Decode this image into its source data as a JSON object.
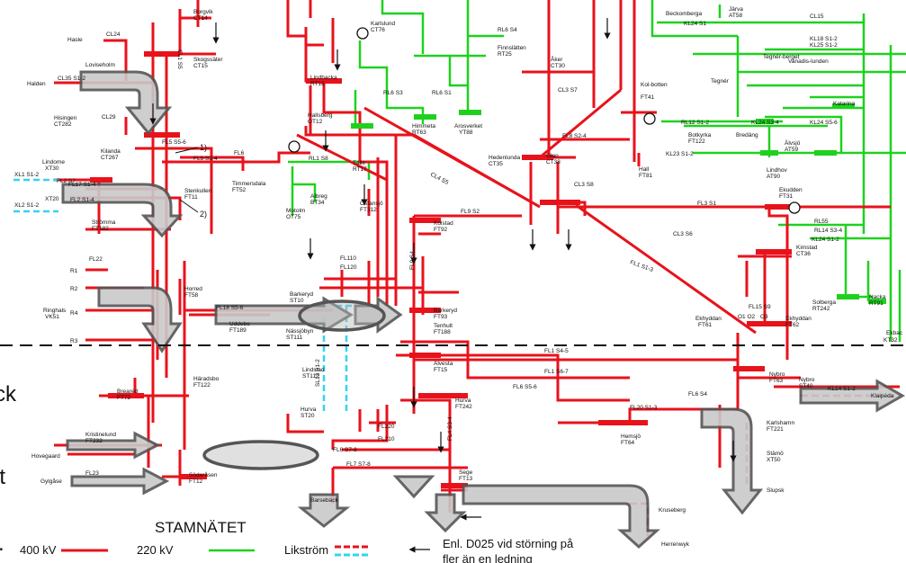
{
  "legend": {
    "title": "STAMNÄTET",
    "kv400_prefix": "400 kV",
    "kv220": "220 kV",
    "dc": "Likström",
    "note": "Enl. D025 vid störning på",
    "note_cont": "fler än en ledning",
    "colors": {
      "kv400": "#e8121b",
      "kv220": "#1fd11f",
      "dc_red": "#e8121b",
      "dc_cyan": "#32d4f0",
      "arrow": "#555555",
      "dashed_line": "#111111"
    }
  },
  "left_edge_fragments": [
    "ck",
    "lt",
    "."
  ],
  "callouts": [
    "1)",
    "2)"
  ],
  "stations": {
    "hasle": "Hasle",
    "halden": "Halden",
    "loviseholm": "Loviseholm",
    "borgvik": "Borgvik",
    "borgvik_code": "CT14",
    "skogssater": "Skogssäter",
    "skogssater_code": "CT15",
    "hisingen": "Hisingen",
    "hisingen_code": "CT282",
    "kilanda": "Kilanda",
    "kilanda_code": "CT267",
    "lindome": "Lindome",
    "lindome_code": "XT30",
    "stenkullen": "Stenkullen",
    "stenkullen_code": "FT11",
    "timmersdala": "Timmersdala",
    "timmersdala_code": "FT52",
    "stromma": "Strömma",
    "stromma_code": "FT182",
    "r1": "R1",
    "r2": "R2",
    "r3": "R3",
    "r4": "R4",
    "ringhals": "Ringhals",
    "ringhals_code": "VK51",
    "horred": "Horred",
    "horred_code": "FT58",
    "uddebo": "Uddebo",
    "uddebo_code": "FT189",
    "haradsbo": "Häradsbo",
    "haradsbo_code": "FT122",
    "breared": "Breared",
    "breared_code": "FT72",
    "kristinelund": "Kristinelund",
    "kristinelund_code": "FT232",
    "hovegaard": "Hovegaard",
    "gylgaese": "Gylgåse",
    "soderasen": "Söderåsen",
    "soderasen_code": "FT12",
    "karlslund": "Karlslund",
    "karlslund_code": "CT76",
    "lindbacka": "Lindbacka",
    "lindbacka_code": "RT16",
    "hallsberg": "Hallsberg",
    "hallsberg_code": "OT12",
    "talle": "Tälle",
    "talle_code": "RT17",
    "albreg": "Albreg",
    "albreg_code": "BT34",
    "motolm": "Motolm",
    "motolm_code": "OT75",
    "ostansjo": "Östansjö",
    "ostansjo_code": "FT312",
    "finnslatten": "Finnslätten",
    "finnslatten_code": "RT25",
    "himmeta": "Himmeta",
    "himmeta_code": "RT63",
    "arosverket": "Arosverket",
    "arosverket_code": "YT88",
    "aker": "Åker",
    "aker_code": "CT30",
    "hedenlunda": "Hedenlunda",
    "hedenlunda_code": "CT35",
    "glan": "Glan",
    "glan_code": "CT38",
    "kolbotten": "Kol-botten",
    "kolbotten_code": "FT41",
    "hall": "Hall",
    "hall_code": "FT81",
    "beckomberga": "Beckomberga",
    "jarva": "Järva",
    "jarva_code": "AT58",
    "tegner": "Tegnér",
    "tegnerberget": "Tegnér-berget",
    "vanadislunden": "Vanadis-lunden",
    "katarina": "Katarina",
    "bottyrka": "Botkyrka",
    "bottyrka_code": "FT122",
    "bredang": "Bredäng",
    "alvsjo": "Älvsjö",
    "alvsjo_code": "AT59",
    "lindhov": "Lindhov",
    "lindhov_code": "AT90",
    "ekudden": "Ekudden",
    "ekudden_code": "FT31",
    "kolstad": "Kolstad",
    "kolstad_code": "FT92",
    "barkeryd_fl": "Barkeryd",
    "barkeryd_fl_code": "FT93",
    "barkeryd_st": "Barkeryd",
    "barkeryd_st_code": "ST10",
    "nassjobyn": "Nässjöbyn",
    "nassjobyn_code": "ST111",
    "tenhult": "Tenhult",
    "tenhult_code": "FT188",
    "lindstad": "Lindstad",
    "lindstad_code": "ST112",
    "hurva_st": "Hurva",
    "hurva_st_code": "ST20",
    "hurva_ft": "Hurva",
    "hurva_ft_code": "FT242",
    "alvesta": "Alvesta",
    "alvesta_code": "FT15",
    "kimstad": "Kimstad",
    "kimstad_code": "CT36",
    "solberga": "Solberga",
    "solberga_code": "RT242",
    "nacka": "Nacka",
    "nacka_code": "RT91",
    "ekbacken": "Ekbac",
    "ekbacken_code": "KT32",
    "ekhyddan_w": "Ekhyddan",
    "ekhyddan_w_code": "FT61",
    "ekhyddan_e": "Ekhyddan",
    "ekhyddan_e_code": "FT62",
    "nybro": "Nybro",
    "nybro_code": "FT63",
    "nybro_st": "Nybro",
    "nybro_st_code": "ST40",
    "klaipeda": "Klaipėda",
    "karlshamn": "Karlshamn",
    "karlshamn_code": "FT221",
    "stamo": "Stämö",
    "stamo_code": "XT50",
    "slupsk": "Slupsk",
    "hemsjo": "Hemsjö",
    "hemsjo_code": "FT64",
    "sege": "Sege",
    "sege_code": "FT13",
    "kruseberg": "Kruseberg",
    "herrenwyk": "Herrenwyk",
    "barsebaeck": "Barsebäck"
  },
  "lines": {
    "cl24": "CL24",
    "cl35": "CL35 S1-2",
    "cl29": "CL29",
    "cl1s5": "CL1 S5",
    "fl5s56": "FL5 S5-6",
    "fl5s34": "FL5 S3-4",
    "fl6": "FL6",
    "fl2s7": "FL2 S7",
    "fl17": "FL17 S1-4",
    "fl2s14": "FL2 S1-4",
    "xl1": "XL1 S1-2",
    "xl2": "XL2 S1-2",
    "xt20": "XT20",
    "fl22": "FL22",
    "fl23": "FL23",
    "fl18": "FL18 S5-6",
    "fl110": "FL110",
    "fl120": "FL120",
    "fl9s2": "FL9 S2",
    "fl9s4": "FL9 S4",
    "fl1s45": "FL1 S4-5",
    "fl1s67": "FL1 S6-7",
    "fl6s56": "FL6 S5-6",
    "fl6s4": "FL6 S4",
    "fl7s78": "FL7 S7-8",
    "fl6s78": "FL6 S7-8",
    "fl210": "FL210",
    "fl220": "FL220",
    "cl3s7": "CL3 S7",
    "cl4s5": "CL4 S5",
    "cl3s8": "CL3 S8",
    "cl3s6": "CL3 S6",
    "fl3s1": "FL3 S1",
    "fl8s24": "FL8 S2-4",
    "fl1s13": "FL1 S1-3",
    "fl4s34": "FL4 S3-4",
    "rl6s3": "RL6 S3",
    "rl6s1": "RL6 S1",
    "rl6s4": "RL6 S4",
    "rl1s8": "RL1 S8",
    "cl15": "CL15",
    "kl24s1": "KL24 S1",
    "kl18": "KL18 S1-2",
    "kl25": "KL25 S1-2",
    "rl12": "RL12 S1-2",
    "kl23": "KL23 S1-2",
    "kl24s34": "KL24 S3-4",
    "kl24s56": "KL24 S5-6",
    "rl55": "RL55",
    "rl14s34": "RL14 S3-4",
    "kl24s12": "KL24 S1-2",
    "fl15s9": "FL15 S9",
    "o1o2": "O1 O2",
    "o3": "O3",
    "kl14": "KL14 S1-2",
    "sl13": "SL13 S1-2",
    "fl20": "FL20 S1-3"
  }
}
